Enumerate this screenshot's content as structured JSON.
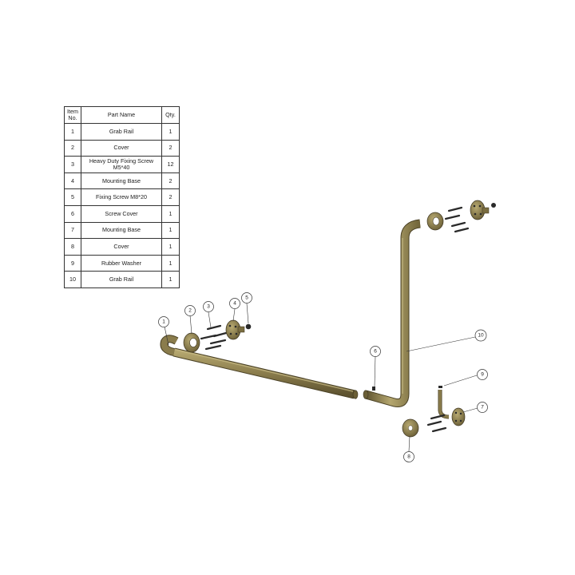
{
  "parts_table": {
    "headers": [
      "Item No.",
      "Part Name",
      "Qty."
    ],
    "rows": [
      {
        "item": "1",
        "name": "Grab Rail",
        "qty": "1"
      },
      {
        "item": "2",
        "name": "Cover",
        "qty": "2"
      },
      {
        "item": "3",
        "name": "Heavy Duty Fixing Screw M5*40",
        "qty": "12"
      },
      {
        "item": "4",
        "name": "Mounting Base",
        "qty": "2"
      },
      {
        "item": "5",
        "name": "Fixing Screw M8*20",
        "qty": "2"
      },
      {
        "item": "6",
        "name": "Screw Cover",
        "qty": "1"
      },
      {
        "item": "7",
        "name": "Mounting Base",
        "qty": "1"
      },
      {
        "item": "8",
        "name": "Cover",
        "qty": "1"
      },
      {
        "item": "9",
        "name": "Rubber Washer",
        "qty": "1"
      },
      {
        "item": "10",
        "name": "Grab Rail",
        "qty": "1"
      }
    ]
  },
  "callouts": [
    "1",
    "2",
    "3",
    "4",
    "5",
    "6",
    "7",
    "8",
    "9",
    "10"
  ],
  "colors": {
    "rail": "#8a7c4c",
    "rail_light": "#b4a66e",
    "rail_dark": "#5e5330",
    "hardware": "#2a2a2a",
    "line": "#333333"
  }
}
